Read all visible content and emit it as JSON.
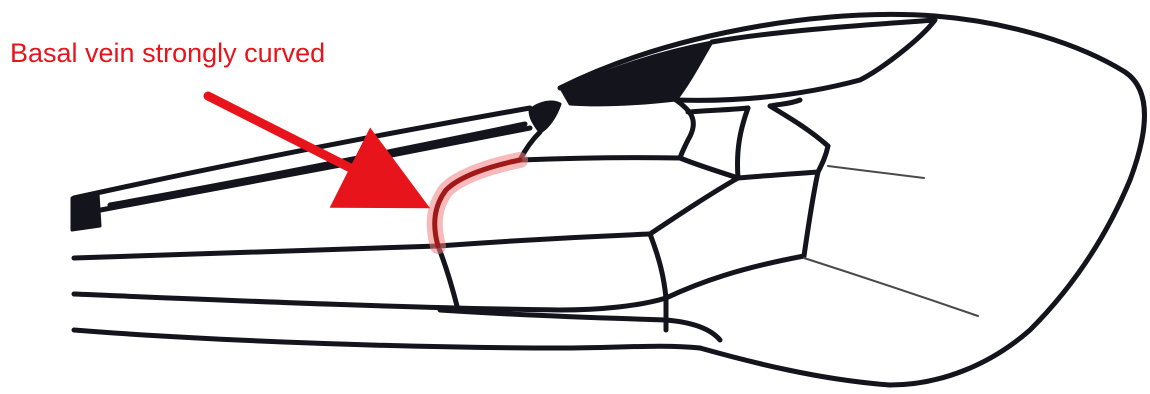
{
  "annotation": {
    "label": "Basal vein strongly curved",
    "color": "#e8141c"
  },
  "highlight": {
    "name": "basal vein",
    "stroke_color": "#a01818",
    "glow_color": "#f08080"
  },
  "diagram": {
    "subject": "wing venation line drawing",
    "vein_color": "#14141c"
  }
}
